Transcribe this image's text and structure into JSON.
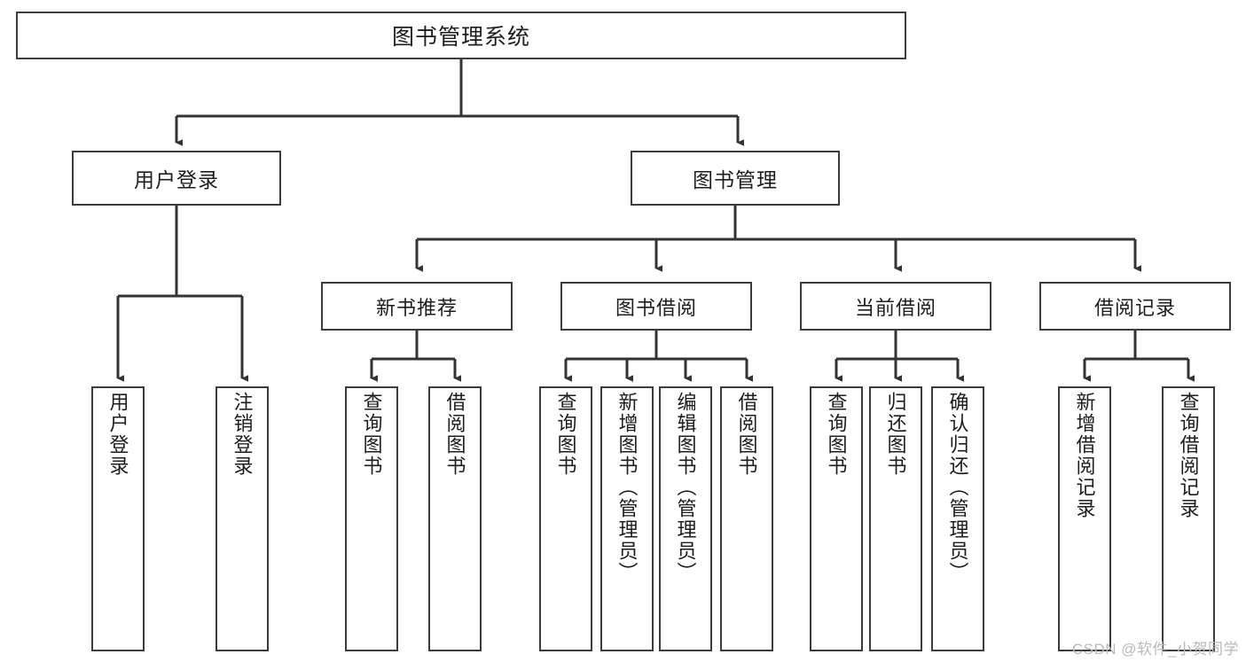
{
  "diagram": {
    "title": "图书管理系统",
    "type": "hierarchy-tree",
    "colors": {
      "box_border": "#3c3c3c",
      "box_fill": "#ffffff",
      "edge": "#333333",
      "text": "#1d1d1d",
      "watermark": "#b9b9b9"
    },
    "nodes": {
      "root": {
        "label": "图书管理系统",
        "level": 1
      },
      "user_login": {
        "label": "用户登录",
        "level": 2
      },
      "book_manage": {
        "label": "图书管理",
        "level": 2
      },
      "new_book_rec": {
        "label": "新书推荐",
        "level": 3
      },
      "book_borrow": {
        "label": "图书借阅",
        "level": 3
      },
      "current_borrow": {
        "label": "当前借阅",
        "level": 3
      },
      "borrow_record": {
        "label": "借阅记录",
        "level": 3
      },
      "leaf_user_login": {
        "label": "用户登录",
        "level": 4
      },
      "leaf_logout_login": {
        "label": "注销登录",
        "level": 4
      },
      "leaf_query_book_1": {
        "label": "查询图书",
        "level": 4
      },
      "leaf_borrow_book_1": {
        "label": "借阅图书",
        "level": 4
      },
      "leaf_query_book_2": {
        "label": "查询图书",
        "level": 4
      },
      "leaf_add_book": {
        "label": "新增图书（管理员）",
        "level": 4
      },
      "leaf_edit_book": {
        "label": "编辑图书（管理员）",
        "level": 4
      },
      "leaf_borrow_book_2": {
        "label": "借阅图书",
        "level": 4
      },
      "leaf_query_book_3": {
        "label": "查询图书",
        "level": 4
      },
      "leaf_return_book": {
        "label": "归还图书",
        "level": 4
      },
      "leaf_confirm_return": {
        "label": "确认归还（管理员）",
        "level": 4
      },
      "leaf_add_record": {
        "label": "新增借阅记录",
        "level": 4
      },
      "leaf_query_record": {
        "label": "查询借阅记录",
        "level": 4
      }
    },
    "watermark": "CSDN @软件_小贺同学"
  }
}
